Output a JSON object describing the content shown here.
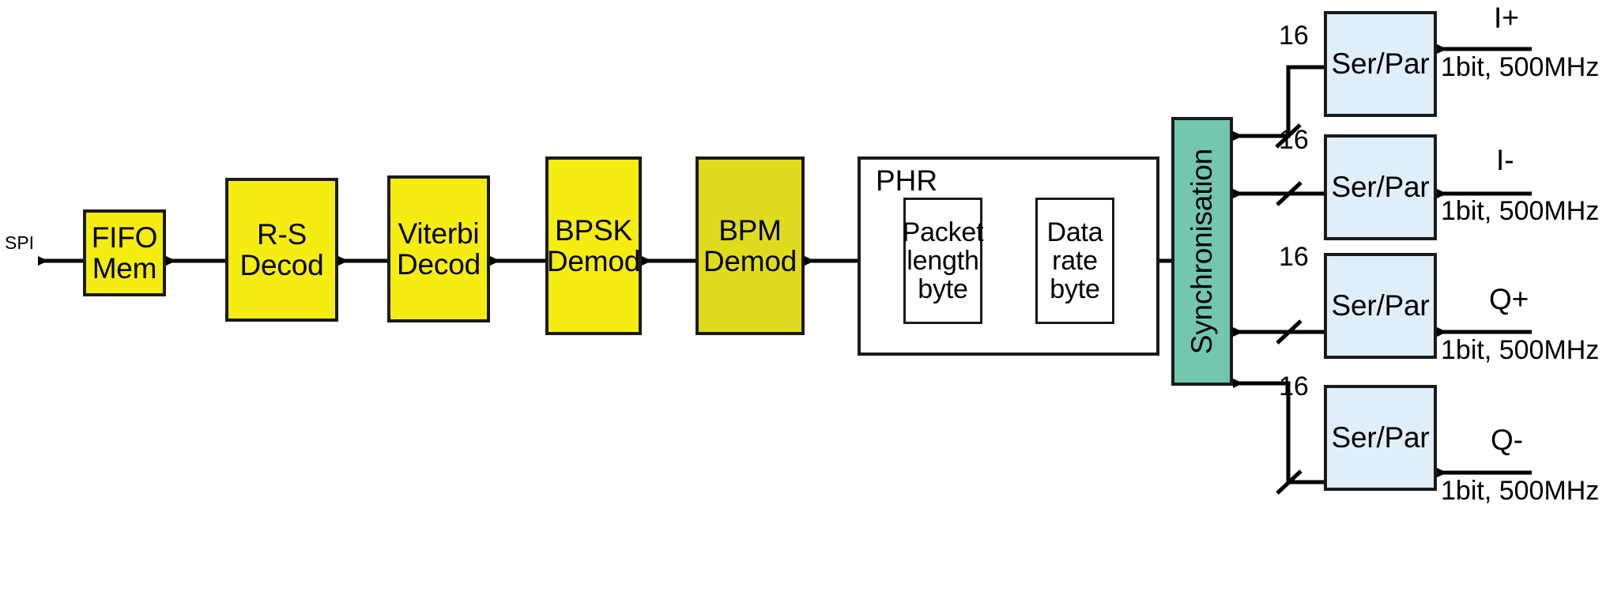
{
  "diagram": {
    "title": "Receiver baseband digital signal processing chain block diagram",
    "colors": {
      "yellow": "#f5ec11",
      "olive": "#dfdb1e",
      "teal": "#72c7ae",
      "blue": "#dfeef8",
      "stroke": "#1a1a1a",
      "background": "#ffffff"
    },
    "output_label": "SPI",
    "blocks": {
      "fifo": "FIFO\nMem",
      "rs": "R-S\nDecod",
      "viterbi": "Viterbi\nDecod",
      "bpsk": "BPSK\nDemod",
      "bpm": "BPM\nDemod",
      "sync": "Synchronisation",
      "serpar": "Ser/Par"
    },
    "phr": {
      "title": "PHR",
      "packet_length": "Packet\nlength\nbyte",
      "data_rate": "Data\nrate\nbyte"
    },
    "inputs": [
      {
        "name": "I+",
        "rate": "1bit, 500MHz",
        "bus": "16"
      },
      {
        "name": "I-",
        "rate": "1bit, 500MHz",
        "bus": "16"
      },
      {
        "name": "Q+",
        "rate": "1bit, 500MHz",
        "bus": "16"
      },
      {
        "name": "Q-",
        "rate": "1bit, 500MHz",
        "bus": "16"
      }
    ]
  }
}
